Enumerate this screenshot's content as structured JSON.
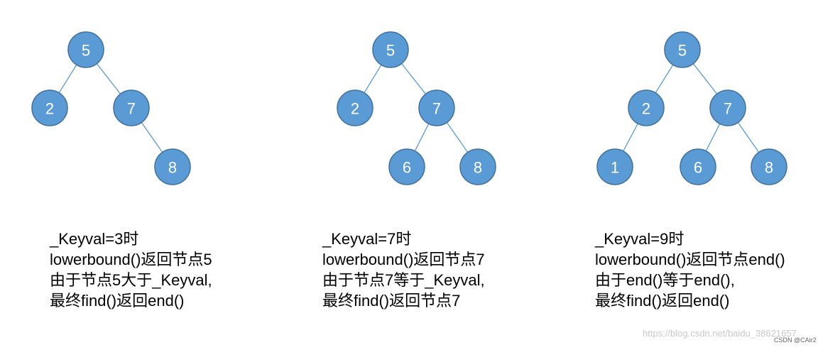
{
  "colors": {
    "node_fill": "#5b9bd5",
    "node_stroke": "#41719c",
    "edge": "#5b9bd5"
  },
  "trees": [
    {
      "nodes": [
        {
          "label": "5"
        },
        {
          "label": "2"
        },
        {
          "label": "7"
        },
        {
          "label": "8"
        }
      ],
      "edges": [
        [
          0,
          1
        ],
        [
          0,
          2
        ],
        [
          2,
          3
        ]
      ],
      "caption": [
        "_Keyval=3时",
        "lowerbound()返回节点5",
        "由于节点5大于_Keyval,",
        "最终find()返回end()"
      ]
    },
    {
      "nodes": [
        {
          "label": "5"
        },
        {
          "label": "2"
        },
        {
          "label": "7"
        },
        {
          "label": "6"
        },
        {
          "label": "8"
        }
      ],
      "edges": [
        [
          0,
          1
        ],
        [
          0,
          2
        ],
        [
          2,
          3
        ],
        [
          2,
          4
        ]
      ],
      "caption": [
        "_Keyval=7时",
        "lowerbound()返回节点7",
        "由于节点7等于_Keyval,",
        "最终find()返回节点7"
      ]
    },
    {
      "nodes": [
        {
          "label": "5"
        },
        {
          "label": "2"
        },
        {
          "label": "7"
        },
        {
          "label": "1"
        },
        {
          "label": "6"
        },
        {
          "label": "8"
        }
      ],
      "edges": [
        [
          0,
          1
        ],
        [
          0,
          2
        ],
        [
          1,
          3
        ],
        [
          2,
          4
        ],
        [
          2,
          5
        ]
      ],
      "caption": [
        "_Keyval=9时",
        "lowerbound()返回节点end()",
        "由于end()等于end(),",
        "最终find()返回end()"
      ]
    }
  ],
  "watermark": "https://blog.csdn.net/baidu_38621657",
  "badge": "CSDN @CAir2"
}
